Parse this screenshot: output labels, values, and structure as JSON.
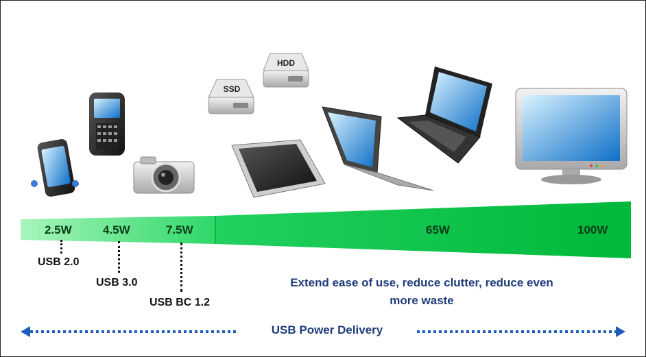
{
  "power_levels": [
    "2.5W",
    "4.5W",
    "7.5W",
    "65W",
    "100W"
  ],
  "usb_versions": [
    "USB 2.0",
    "USB 3.0",
    "USB BC 1.2"
  ],
  "message": [
    "Extend ease of use, reduce clutter, reduce even",
    "more waste"
  ],
  "pd_label": "USB Power Delivery",
  "device_labels": {
    "ssd": "SSD",
    "hdd": "HDD"
  },
  "colors": {
    "accent_blue": "#1f3b7a",
    "arrow_blue": "#1e5eb8",
    "wedge_light": "#7ff0a0",
    "wedge_dark": "#00c040"
  }
}
